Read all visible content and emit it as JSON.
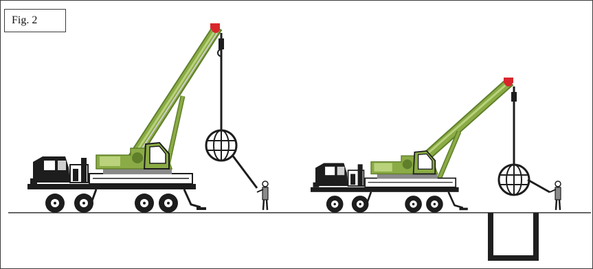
{
  "figure": {
    "label": "Fig. 2"
  },
  "colors": {
    "boom_green": "#8aab45",
    "boom_dark": "#5f7f2a",
    "boom_light": "#b9d27b",
    "truck_dark": "#1d1d1d",
    "truck_grey": "#8a8a8a",
    "hook_red": "#d8262c",
    "ground_line": "#333333",
    "pit": "#1f1f1f"
  },
  "scenes": [
    {
      "name": "crane-above-ground",
      "load": "spherical-cage"
    },
    {
      "name": "crane-lowering-into-pit",
      "load": "spherical-cage"
    }
  ]
}
